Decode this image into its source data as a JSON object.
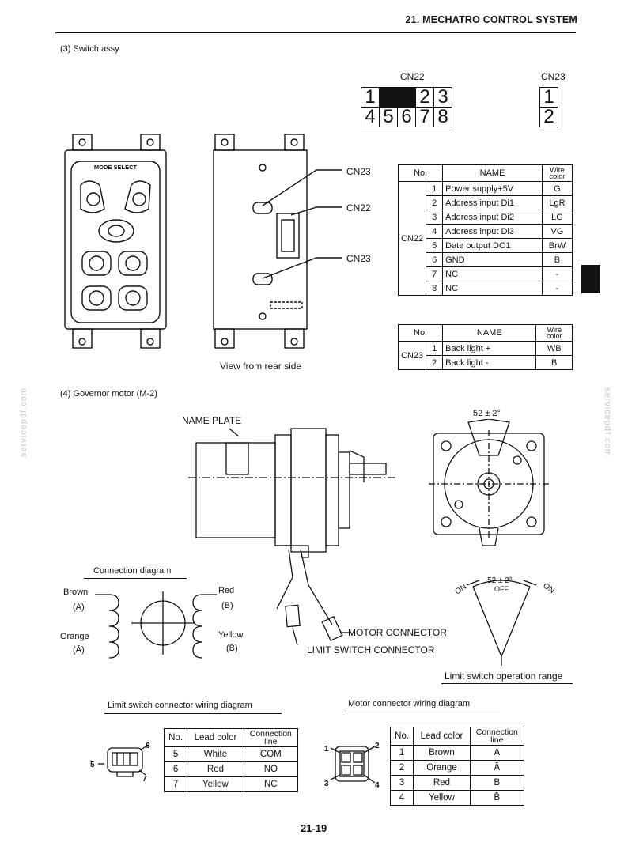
{
  "header": {
    "chapter": "21. MECHATRO CONTROL SYSTEM"
  },
  "switch_assy": {
    "title": "(3) Switch assy",
    "panel_label": "MODE SELECT",
    "rear_caption": "View from rear side",
    "callouts": [
      "CN23",
      "CN22",
      "CN23"
    ],
    "cn22_label": "CN22",
    "cn23_label": "CN23",
    "cn22_pins_top": [
      "1",
      "",
      "2",
      "3"
    ],
    "cn22_pins_bottom": [
      "4",
      "5",
      "6",
      "7",
      "8"
    ],
    "cn23_pins": [
      "1",
      "2"
    ]
  },
  "cn22_table": {
    "headers": {
      "no": "No.",
      "name": "NAME",
      "wire1": "Wire",
      "wire2": "color"
    },
    "group": "CN22",
    "rows": [
      {
        "no": "1",
        "name": "Power supply+5V",
        "color": "G"
      },
      {
        "no": "2",
        "name": "Address input  Di1",
        "color": "LgR"
      },
      {
        "no": "3",
        "name": "Address input  Di2",
        "color": "LG"
      },
      {
        "no": "4",
        "name": "Address input  Di3",
        "color": "VG"
      },
      {
        "no": "5",
        "name": "Date output  DO1",
        "color": "BrW"
      },
      {
        "no": "6",
        "name": "GND",
        "color": "B"
      },
      {
        "no": "7",
        "name": "NC",
        "color": "-"
      },
      {
        "no": "8",
        "name": "NC",
        "color": "-"
      }
    ]
  },
  "cn23_table": {
    "headers": {
      "no": "No.",
      "name": "NAME",
      "wire1": "Wire",
      "wire2": "color"
    },
    "group": "CN23",
    "rows": [
      {
        "no": "1",
        "name": "Back light +",
        "color": "WB"
      },
      {
        "no": "2",
        "name": "Back light -",
        "color": "B"
      }
    ]
  },
  "governor": {
    "title": "(4) Governor motor (M-2)",
    "name_plate": "NAME PLATE",
    "angle": "52 ± 2°",
    "motor_connector": "MOTOR CONNECTOR",
    "limit_switch_connector": "LIMIT SWITCH CONNECTOR",
    "connection_diagram": "Connection diagram",
    "brown": "Brown",
    "brown_pin": "(A)",
    "orange": "Orange",
    "orange_pin": "(Ā)",
    "red": "Red",
    "red_pin": "(B)",
    "yellow": "Yellow",
    "yellow_pin": "(B̄)",
    "range_angle": "52 ± 2°",
    "off": "OFF",
    "on_left": "ON",
    "on_right": "ON",
    "range_caption": "Limit switch operation range"
  },
  "limit_wiring": {
    "title": "Limit switch connector wiring diagram",
    "headers": {
      "no": "No.",
      "lead": "Lead color",
      "conn1": "Connection",
      "conn2": "line"
    },
    "pin_labels": [
      "5",
      "6",
      "7"
    ],
    "rows": [
      {
        "no": "5",
        "lead": "White",
        "line": "COM"
      },
      {
        "no": "6",
        "lead": "Red",
        "line": "NO"
      },
      {
        "no": "7",
        "lead": "Yellow",
        "line": "NC"
      }
    ]
  },
  "motor_wiring": {
    "title": "Motor connector wiring diagram",
    "headers": {
      "no": "No.",
      "lead": "Lead color",
      "conn1": "Connection",
      "conn2": "line"
    },
    "pin_labels": [
      "1",
      "2",
      "3",
      "4"
    ],
    "rows": [
      {
        "no": "1",
        "lead": "Brown",
        "line": "A"
      },
      {
        "no": "2",
        "lead": "Orange",
        "line": "Ā"
      },
      {
        "no": "3",
        "lead": "Red",
        "line": "B"
      },
      {
        "no": "4",
        "lead": "Yellow",
        "line": "B̄"
      }
    ]
  },
  "watermark": "servicepdf.com",
  "page_number": "21-19"
}
